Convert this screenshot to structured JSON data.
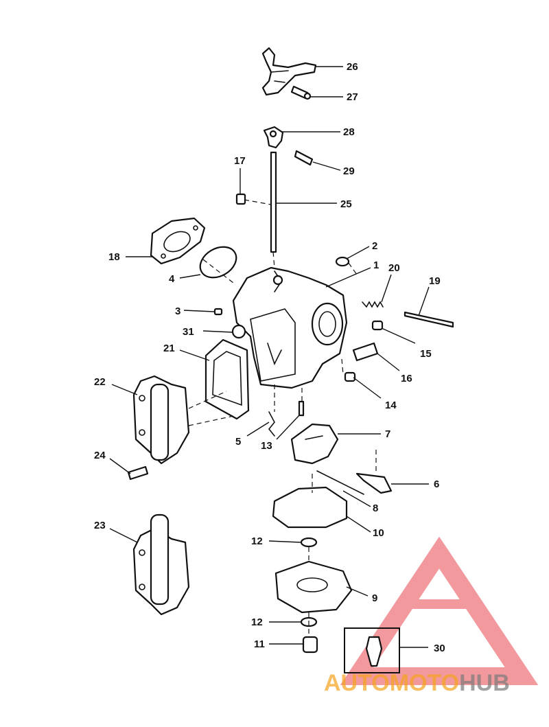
{
  "callouts": {
    "c1": "1",
    "c2": "2",
    "c3": "3",
    "c4": "4",
    "c5": "5",
    "c6": "6",
    "c7": "7",
    "c8": "8",
    "c9": "9",
    "c10": "10",
    "c11": "11",
    "c12a": "12",
    "c12b": "12",
    "c13": "13",
    "c14": "14",
    "c15": "15",
    "c16": "16",
    "c17": "17",
    "c18": "18",
    "c19": "19",
    "c20": "20",
    "c21": "21",
    "c22": "22",
    "c23": "23",
    "c24": "24",
    "c25": "25",
    "c26": "26",
    "c27": "27",
    "c28": "28",
    "c29": "29",
    "c30": "30",
    "c31": "31"
  },
  "watermark": {
    "part_a": "AUTO",
    "part_b": "MOTO",
    "part_c": "HUB"
  },
  "colors": {
    "line": "#111111",
    "watermark_red": "#e8474f",
    "watermark_orange": "#f6a21c",
    "watermark_gray": "#7a7a7a"
  }
}
